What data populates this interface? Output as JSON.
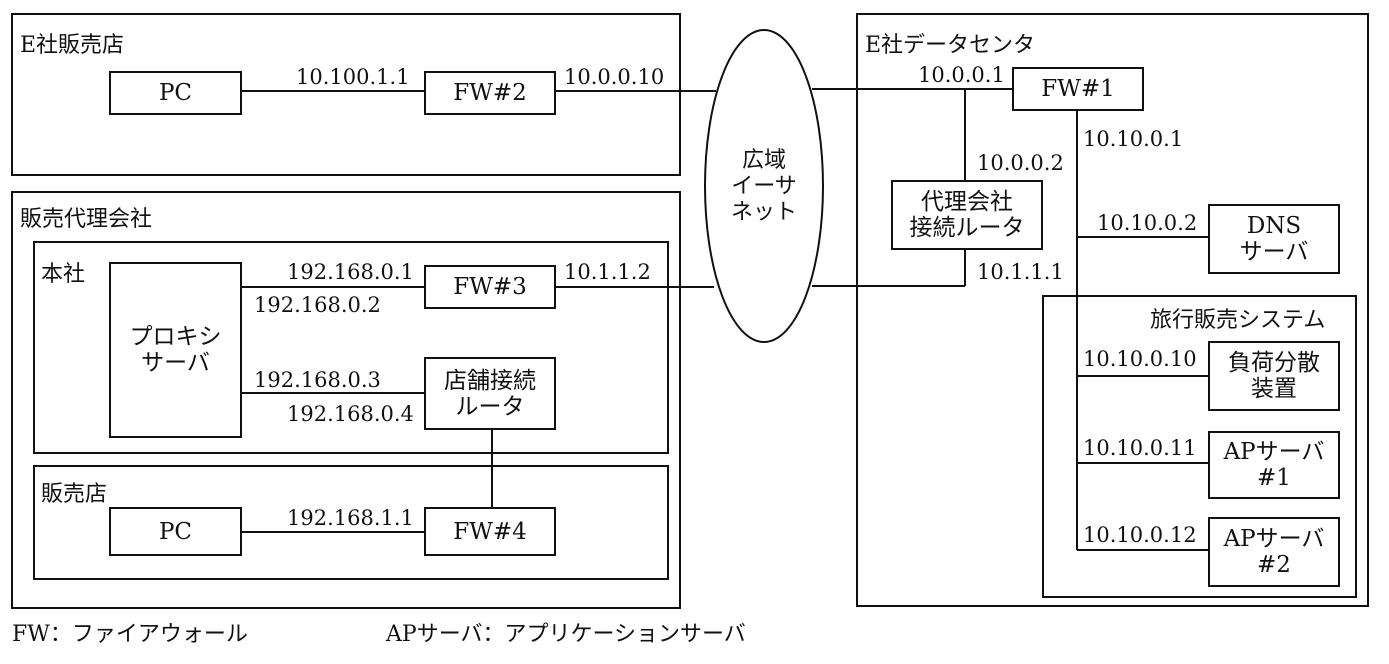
{
  "zones": {
    "e_store": "E社販売店",
    "agency": "販売代理会社",
    "hq": "本社",
    "store": "販売店",
    "datacenter": "E社データセンタ",
    "travel_system": "旅行販売システム"
  },
  "nodes": {
    "pc_e": "PC",
    "fw2": "FW#2",
    "wan": "広域\nイーサ\nネット",
    "fw1": "FW#1",
    "agency_router": "代理会社\n接続ルータ",
    "dns": "DNS\nサーバ",
    "proxy": "プロキシ\nサーバ",
    "fw3": "FW#3",
    "store_router": "店舗接続\nルータ",
    "pc_store": "PC",
    "fw4": "FW#4",
    "lb": "負荷分散\n装置",
    "ap1": "APサーバ\n#1",
    "ap2": "APサーバ\n#2"
  },
  "addresses": {
    "pc_fw2": "10.100.1.1",
    "fw2_wan": "10.0.0.10",
    "fw1_wan": "10.0.0.1",
    "fw1_inside": "10.10.0.1",
    "router_wan": "10.0.0.2",
    "router_agency": "10.1.1.1",
    "dns": "10.10.0.2",
    "proxy_fw3_a": "192.168.0.1",
    "proxy_fw3_b": "192.168.0.2",
    "fw3_wan": "10.1.1.2",
    "proxy_router_a": "192.168.0.3",
    "proxy_router_b": "192.168.0.4",
    "pc_fw4": "192.168.1.1",
    "lb": "10.10.0.10",
    "ap1": "10.10.0.11",
    "ap2": "10.10.0.12"
  },
  "legend": {
    "fw": "FW：ファイアウォール",
    "ap": "APサーバ：アプリケーションサーバ"
  }
}
